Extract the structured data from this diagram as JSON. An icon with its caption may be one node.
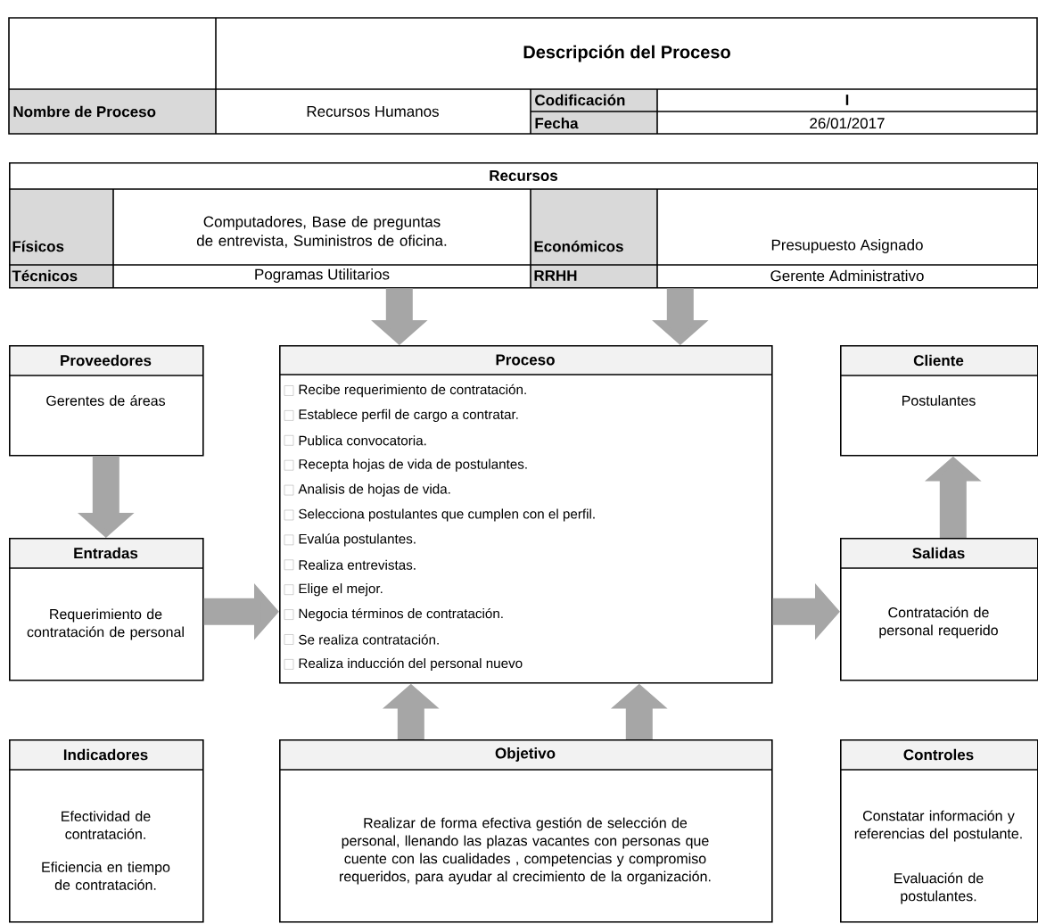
{
  "diagram": {
    "nodes": [
      {
        "text": [
          "Recursos",
          "Físicos",
          "Computadores, Base de preguntas de entrevista, Suministros de oficina.",
          "Económicos",
          "Presupuesto Asignado",
          "Técnicos",
          "Pogramas Utilitarios",
          "RRHH",
          "Gerente Administrativo"
        ]
      },
      {
        "text": [
          "Proveedores",
          "Gerentes de áreas"
        ]
      },
      {
        "text": [
          "Proceso",
          "Recibe requerimiento de contratación.",
          "Establece perfil de cargo a contratar.",
          "Publica convocatoria.",
          "Recepta hojas de vida de postulantes.",
          "Analisis de hojas de vida.",
          "Selecciona postulantes que cumplen con el perfil.",
          "Evalúa postulantes.",
          "Realiza entrevistas.",
          "Elige el mejor.",
          "Negocia términos de contratación.",
          "Se realiza contratación.",
          "Realiza inducción del personal nuevo"
        ]
      },
      {
        "text": [
          "Cliente",
          "Postulantes"
        ]
      },
      {
        "text": [
          "Entradas",
          "Requerimiento de contratación de personal"
        ]
      },
      {
        "text": [
          "Salidas",
          "Contratación de personal requerido"
        ]
      },
      {
        "text": [
          "Indicadores",
          "Efectividad de contratación.",
          "Eficiencia en tiempo de contratación."
        ]
      },
      {
        "text": [
          "Objetivo",
          "Realizar de forma efectiva gestión de selección de personal, llenando las plazas vacantes con personas que cuente con las cualidades , competencias y compromiso requeridos, para ayudar al crecimiento de la organización."
        ]
      },
      {
        "text": [
          "Controles",
          "Constatar información y referencias del postulante.",
          "Evaluación de postulantes."
        ]
      }
    ],
    "edges": [
      {
        "from": 0,
        "to": 2,
        "arrow": "to"
      },
      {
        "from": 0,
        "to": 2,
        "arrow": "to"
      },
      {
        "from": 1,
        "to": 4,
        "arrow": "to"
      },
      {
        "from": 4,
        "to": 2,
        "arrow": "to"
      },
      {
        "from": 2,
        "to": 5,
        "arrow": "to"
      },
      {
        "from": 5,
        "to": 3,
        "arrow": "to"
      },
      {
        "from": 7,
        "to": 2,
        "arrow": "to"
      },
      {
        "from": 7,
        "to": 2,
        "arrow": "to"
      }
    ],
    "labels": [
      "Descripción del Proceso",
      "Nombre de Proceso",
      "Recursos Humanos",
      "Codificación",
      "I",
      "Fecha",
      "26/01/2017"
    ]
  }
}
